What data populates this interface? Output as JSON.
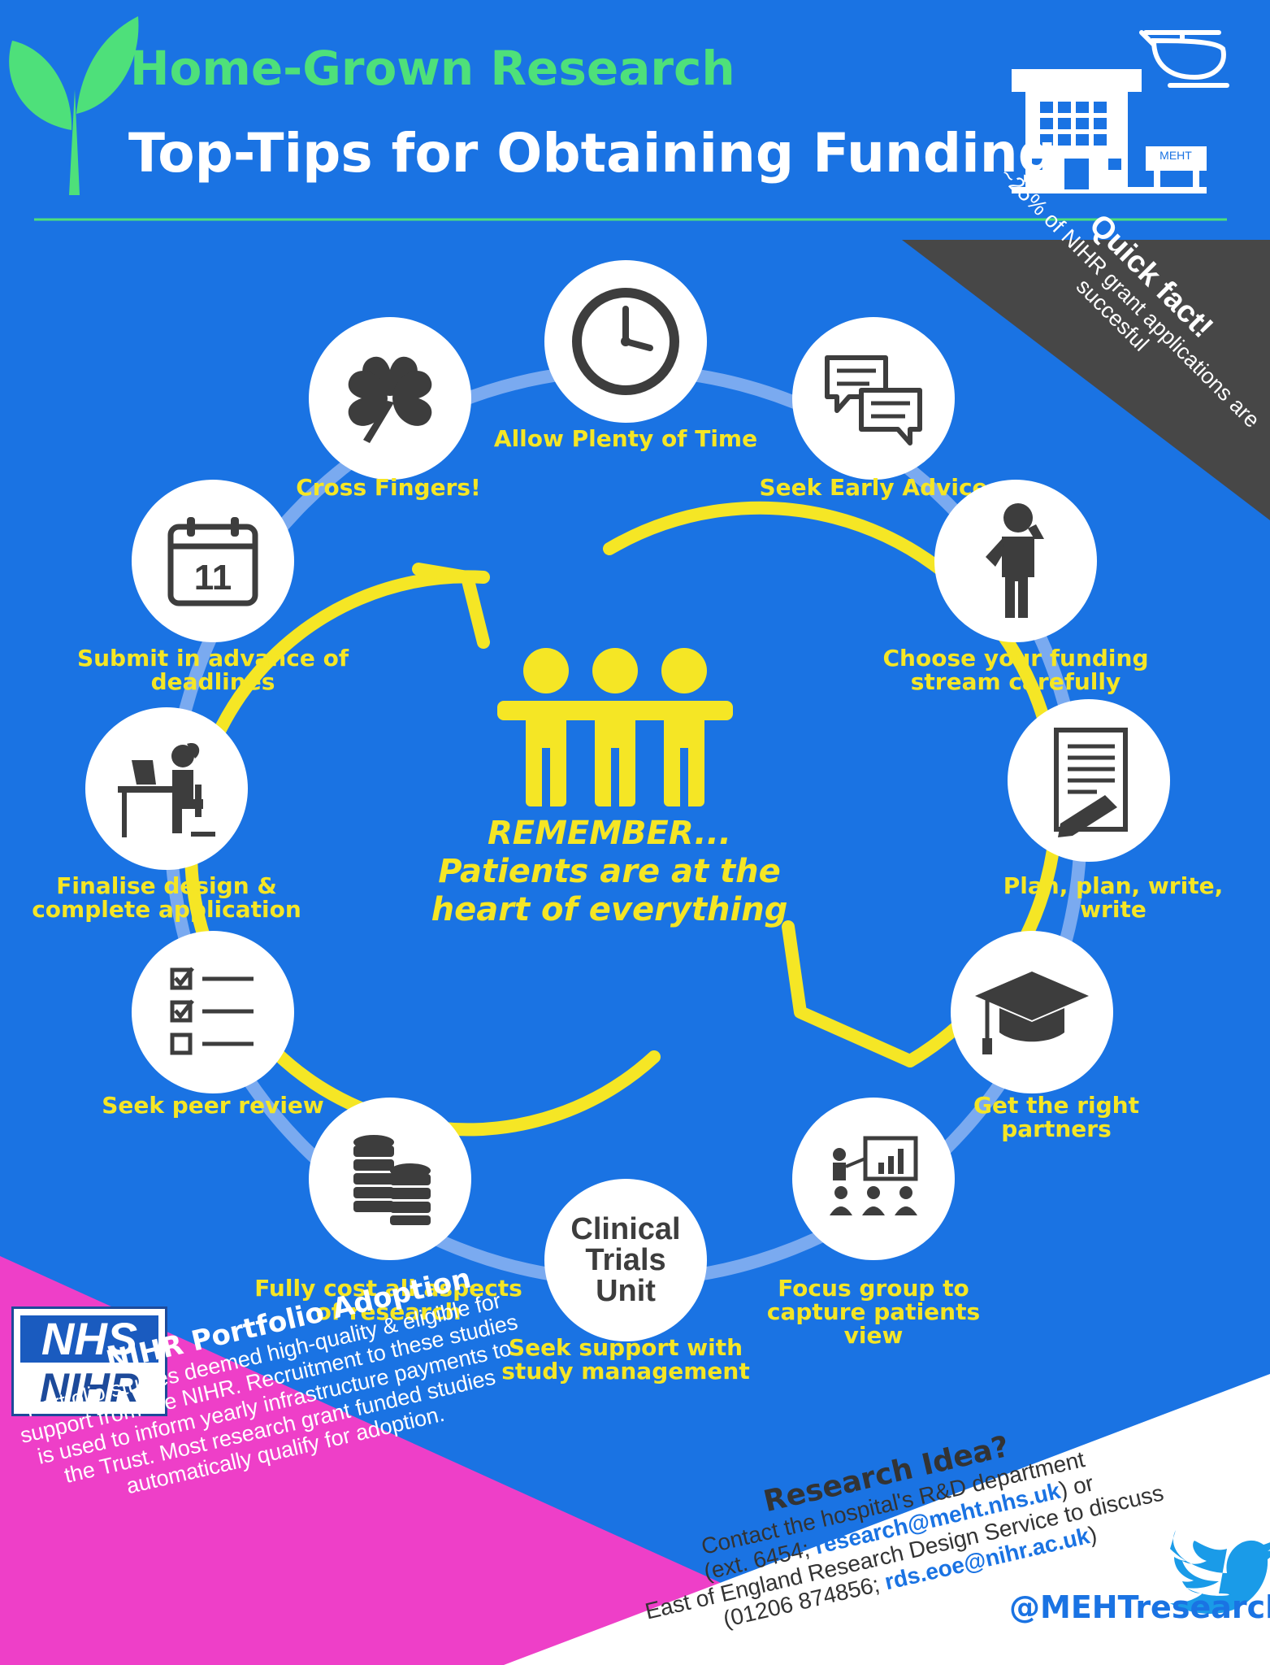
{
  "header": {
    "title": "Home-Grown Research",
    "subtitle": "Top-Tips for Obtaining Funding",
    "building_sign": "MEHT"
  },
  "colors": {
    "background": "#1a73e3",
    "accent_green": "#4ee07a",
    "accent_yellow": "#f5e625",
    "icon_gray": "#3d3d3d",
    "fact_banner": "#474747",
    "nihr_band": "#ee3fc8"
  },
  "quick_fact": {
    "title": "Quick fact!",
    "body": "~25% of NIHR grant applications are succesful"
  },
  "center": {
    "remember": "REMEMBER...",
    "message": "Patients are at the heart of everything"
  },
  "steps": [
    {
      "icon": "clock-icon",
      "label": "Allow Plenty of Time"
    },
    {
      "icon": "speech-bubbles-icon",
      "label": "Seek Early Advice"
    },
    {
      "icon": "thinking-person-icon",
      "label": "Choose your funding stream carefully"
    },
    {
      "icon": "document-pen-icon",
      "label": "Plan, plan, write, write"
    },
    {
      "icon": "graduation-cap-icon",
      "label": "Get the right partners"
    },
    {
      "icon": "presentation-icon",
      "label": "Focus group to capture patients view"
    },
    {
      "icon": "clinical-trials-unit-badge",
      "badge": "Clinical Trials Unit",
      "label": "Seek support with study management"
    },
    {
      "icon": "coins-icon",
      "label": "Fully cost all aspects of research"
    },
    {
      "icon": "checklist-icon",
      "label": "Seek peer review"
    },
    {
      "icon": "desk-worker-icon",
      "label": "Finalise design & complete application"
    },
    {
      "icon": "calendar-icon",
      "calendar_day": "11",
      "label": "Submit in advance of deadlines"
    },
    {
      "icon": "clover-icon",
      "label": "Cross Fingers!"
    }
  ],
  "nihr": {
    "logo_top": "NHS",
    "logo_bottom": "NIHR",
    "title": "NIHR Portfolio Adoption",
    "body": "Portfolio studies deemed high-quality & eligible for support from the NIHR. Recruitment to these studies is used to inform yearly infrastructure payments to the Trust. Most research grant funded studies automatically qualify for adoption."
  },
  "contact": {
    "title": "Research Idea?",
    "line1": "Contact the hospital's R&D department",
    "line2_pre": "(ext. 6454; ",
    "email1": "research@meht.nhs.uk",
    "line2_post": ") or",
    "line3": "East of England Research Design Service to discuss",
    "line4_pre": "(01206 874856; ",
    "email2": "rds.eoe@nihr.ac.uk",
    "line4_post": ")",
    "twitter_handle": "@MEHTresearch"
  }
}
